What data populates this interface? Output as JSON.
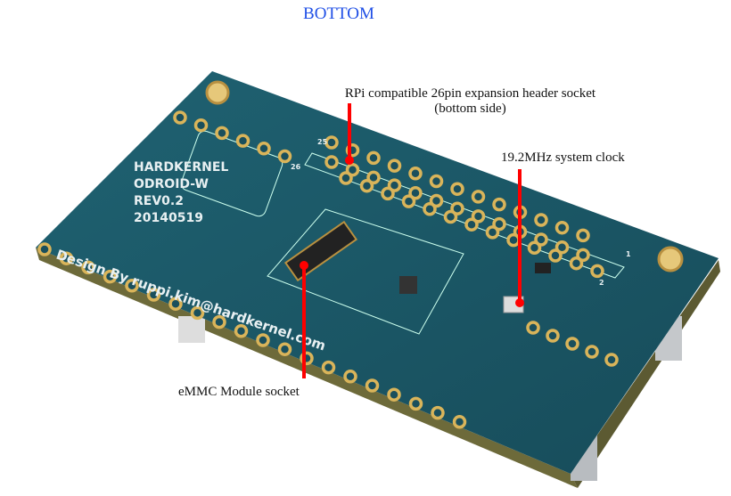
{
  "title": "BOTTOM",
  "annotations": {
    "header": {
      "line1": "RPi compatible 26pin expansion header socket",
      "line2": "(bottom side)"
    },
    "clock": "19.2MHz system clock",
    "emmc": "eMMC Module socket"
  },
  "board": {
    "silkscreen": [
      "HARDKERNEL",
      "ODROID-W",
      "REV0.2",
      "20140519",
      "Design By ruppi.kim@hardkernel.com"
    ],
    "pin_labels": [
      "26",
      "25",
      "1",
      "2"
    ]
  },
  "colors": {
    "title": "#1f4fe6",
    "pcb": "#1c5a6a",
    "pointer": "#ff0000",
    "pad": "#d9b45a"
  }
}
